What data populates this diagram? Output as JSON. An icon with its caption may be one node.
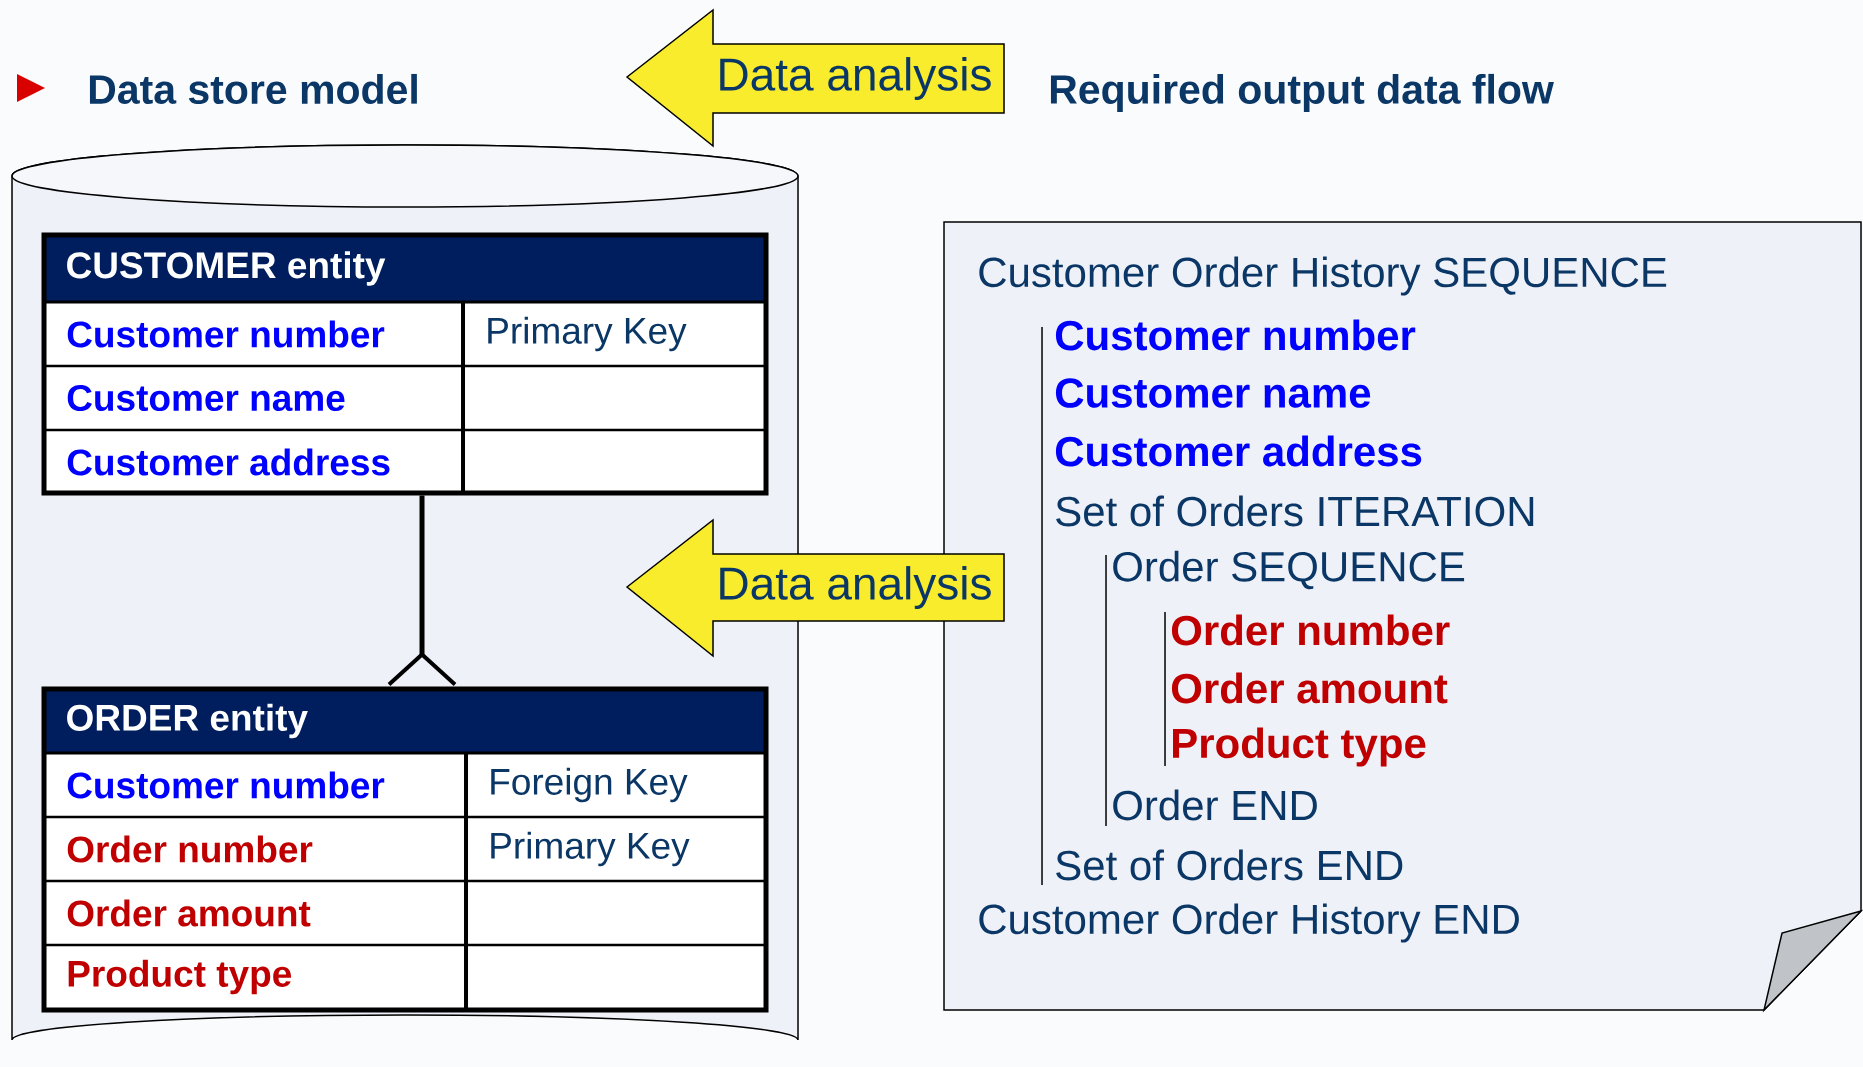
{
  "diagram": {
    "nodes": [
      {
        "text": [],
        "shape": "cylinder"
      },
      {
        "text": [
          "CUSTOMER entity"
        ],
        "in": 0
      },
      {
        "text": [
          "Customer number"
        ],
        "in": 1
      },
      {
        "text": [
          "Primary Key"
        ],
        "in": 1
      },
      {
        "text": [
          "Customer name"
        ],
        "in": 1
      },
      {
        "text": [
          "Customer address"
        ],
        "in": 1
      },
      {
        "text": [
          "ORDER entity"
        ],
        "in": 0
      },
      {
        "text": [
          "Customer number"
        ],
        "in": 6
      },
      {
        "text": [
          "Foreign Key"
        ],
        "in": 6
      },
      {
        "text": [
          "Order number"
        ],
        "in": 6
      },
      {
        "text": [
          "Primary Key"
        ],
        "in": 6
      },
      {
        "text": [
          "Order amount"
        ],
        "in": 6
      },
      {
        "text": [
          "Product type"
        ],
        "in": 6
      },
      {
        "text": [
          "Data analysis"
        ]
      },
      {
        "text": [
          "Data analysis"
        ]
      },
      {
        "text": [
          "Customer Order History SEQUENCE",
          "Customer number",
          "Customer name",
          "Customer address",
          "Set of Orders ITERATION",
          "Order SEQUENCE",
          "Order number",
          "Order amount",
          "Product type",
          "Order END",
          "Set of Orders END",
          "Customer Order History END"
        ]
      }
    ],
    "edges": [
      {
        "from": 1,
        "to": 6,
        "arrow": "other"
      }
    ],
    "labels": [
      "Data store model",
      "Required output data flow"
    ]
  }
}
